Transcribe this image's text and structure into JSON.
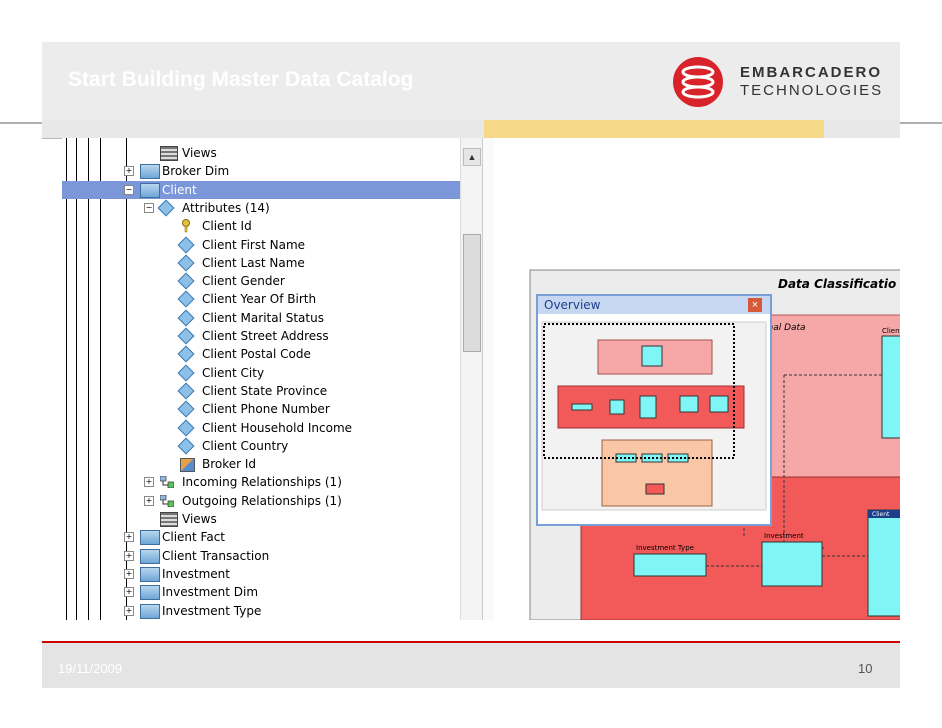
{
  "slide": {
    "title": "Start Building Master Data Catalog",
    "date": "19/11/2009",
    "page_number": "10"
  },
  "logo": {
    "line1": "EMBARCADERO",
    "line2": "TECHNOLOGIES",
    "brand_color": "#d8232a"
  },
  "tree": {
    "items": [
      {
        "label": "Views",
        "icon": "views-icon",
        "level": 2
      },
      {
        "label": "Broker Dim",
        "icon": "table-icon",
        "level": 1,
        "expander": "+"
      },
      {
        "label": "Client",
        "icon": "table-icon",
        "level": 1,
        "expander": "-",
        "selected": true
      },
      {
        "label": "Attributes (14)",
        "icon": "attribute-folder-icon",
        "level": 2,
        "expander": "-"
      },
      {
        "label": "Client Id",
        "icon": "primary-key-icon",
        "level": 3
      },
      {
        "label": "Client First Name",
        "icon": "attribute-icon",
        "level": 3
      },
      {
        "label": "Client Last Name",
        "icon": "attribute-icon",
        "level": 3
      },
      {
        "label": "Client Gender",
        "icon": "attribute-icon",
        "level": 3
      },
      {
        "label": "Client Year Of Birth",
        "icon": "attribute-icon",
        "level": 3
      },
      {
        "label": "Client Marital Status",
        "icon": "attribute-icon",
        "level": 3
      },
      {
        "label": "Client Street Address",
        "icon": "attribute-icon",
        "level": 3
      },
      {
        "label": "Client Postal Code",
        "icon": "attribute-icon",
        "level": 3
      },
      {
        "label": "Client City",
        "icon": "attribute-icon",
        "level": 3
      },
      {
        "label": "Client State Province",
        "icon": "attribute-icon",
        "level": 3
      },
      {
        "label": "Client Phone Number",
        "icon": "attribute-icon",
        "level": 3
      },
      {
        "label": "Client Household Income",
        "icon": "attribute-icon",
        "level": 3
      },
      {
        "label": "Client Country",
        "icon": "attribute-icon",
        "level": 3
      },
      {
        "label": "Broker Id",
        "icon": "foreign-key-icon",
        "level": 3
      },
      {
        "label": "Incoming Relationships (1)",
        "icon": "relationship-icon",
        "level": 2,
        "expander": "+"
      },
      {
        "label": "Outgoing Relationships (1)",
        "icon": "relationship-icon",
        "level": 2,
        "expander": "+"
      },
      {
        "label": "Views",
        "icon": "views-icon",
        "level": 2
      },
      {
        "label": "Client Fact",
        "icon": "table-icon",
        "level": 1,
        "expander": "+"
      },
      {
        "label": "Client Transaction",
        "icon": "table-icon",
        "level": 1,
        "expander": "+"
      },
      {
        "label": "Investment",
        "icon": "table-icon",
        "level": 1,
        "expander": "+"
      },
      {
        "label": "Investment Dim",
        "icon": "table-icon",
        "level": 1,
        "expander": "+"
      },
      {
        "label": "Investment Type",
        "icon": "table-icon",
        "level": 1,
        "expander": "+"
      }
    ]
  },
  "diagram": {
    "title": "Data Classificatio",
    "subtitle": "onal Data",
    "entity_client": "Client",
    "entity_investment": "Investment",
    "entity_investment_type": "Investment Type",
    "colors": {
      "light_red": "#f6a8a8",
      "red": "#f25a5a",
      "peach": "#f9c6a6",
      "entity": "#7ff5f5"
    }
  },
  "overview": {
    "title": "Overview",
    "close_label": "×"
  }
}
